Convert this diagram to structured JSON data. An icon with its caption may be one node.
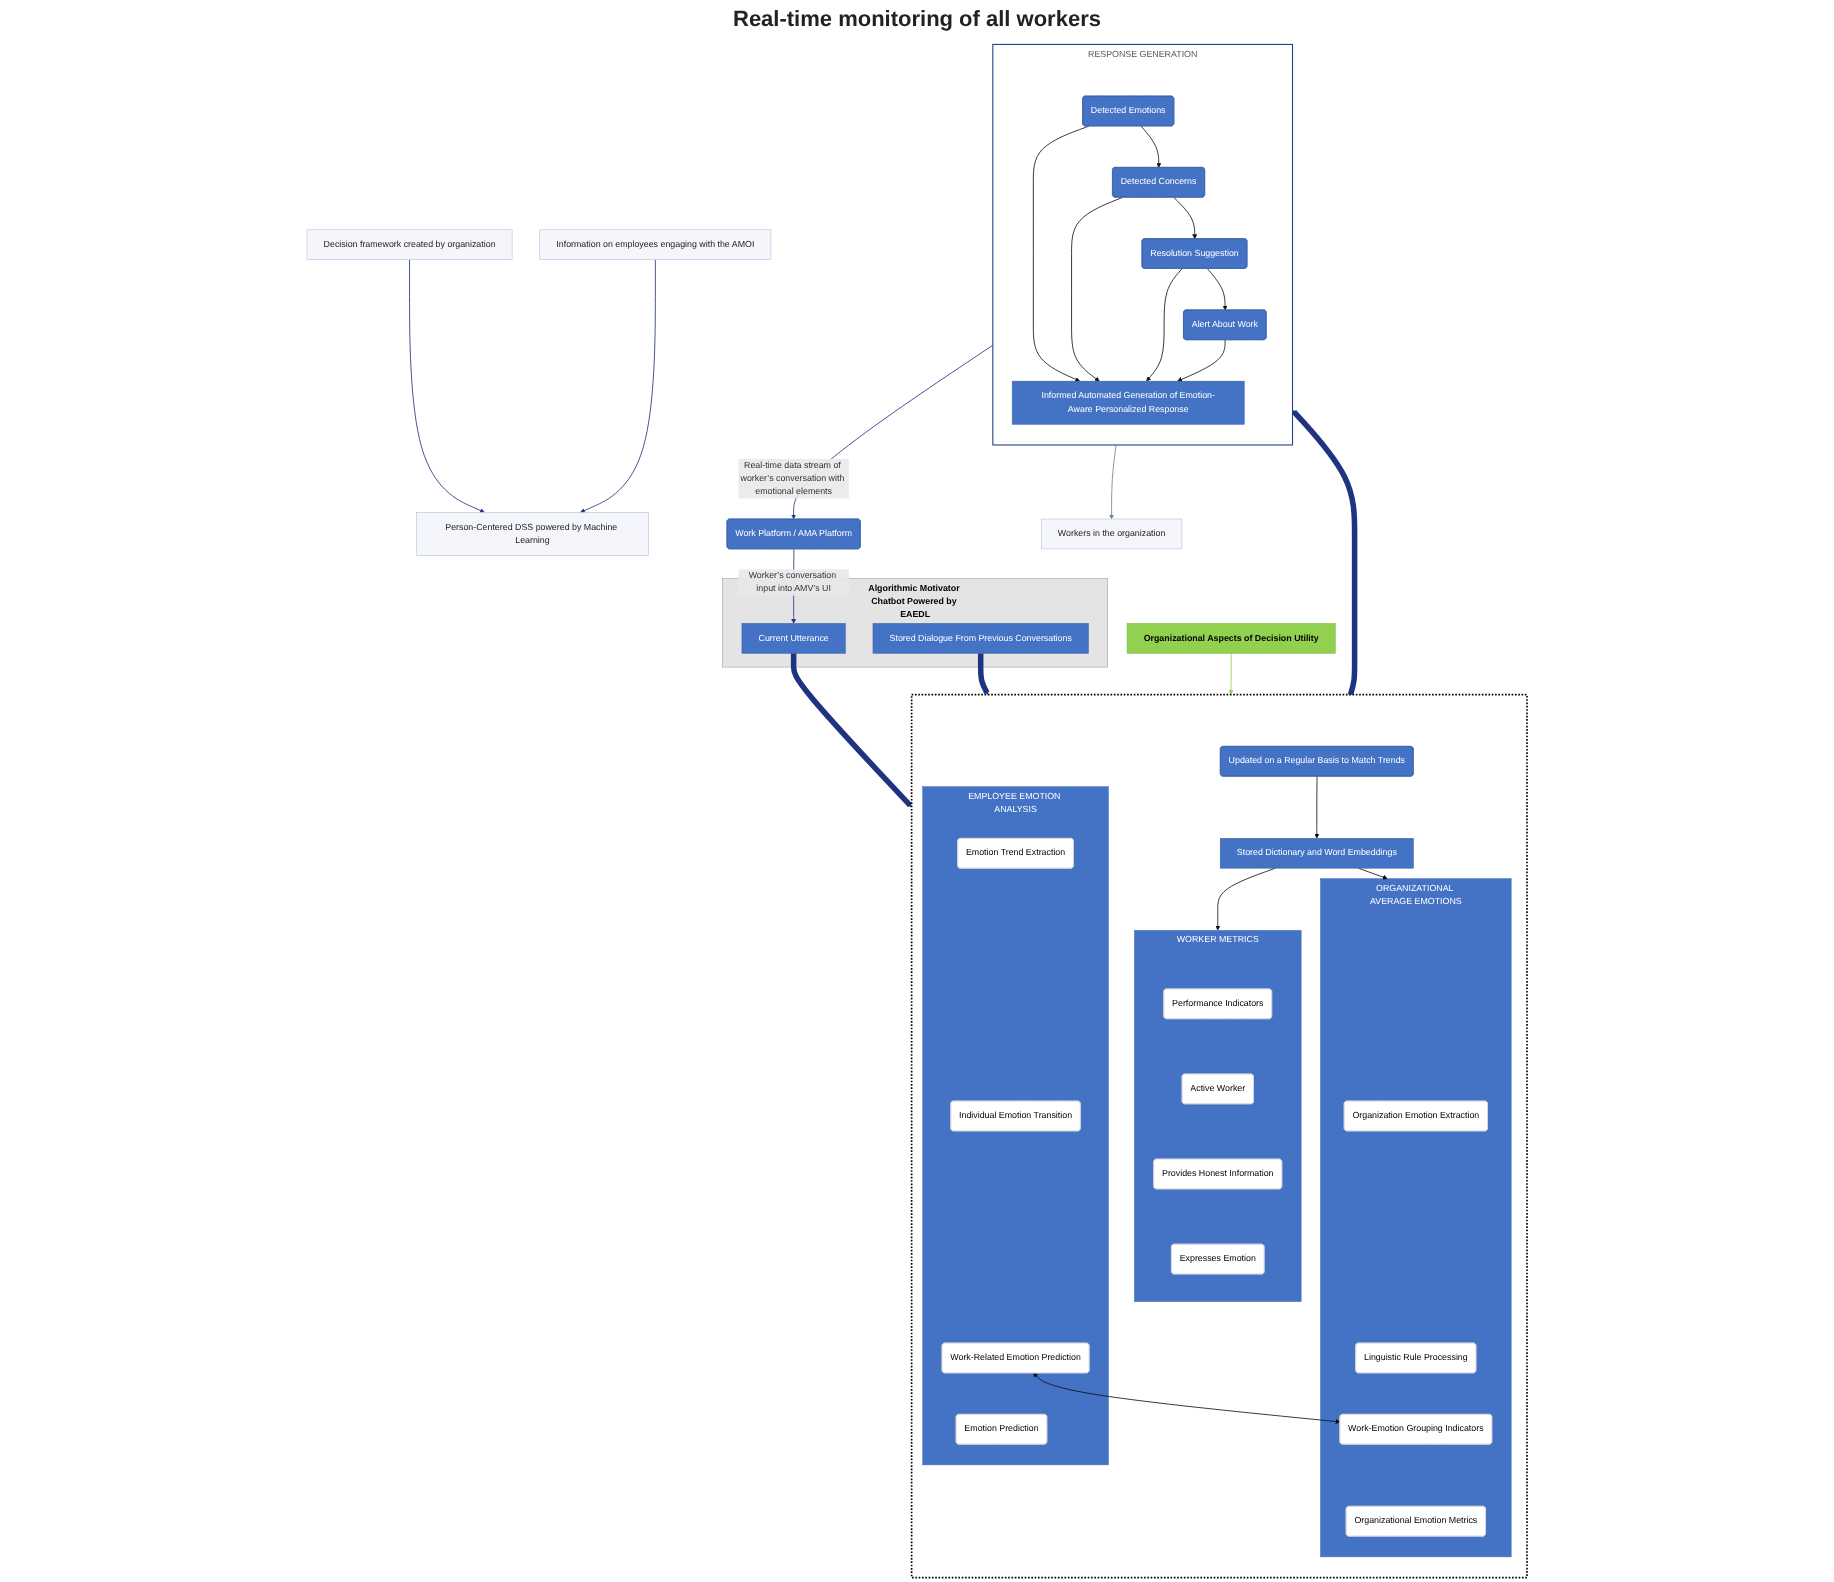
{
  "diagram": {
    "nodes": [
      {
        "text": [
          "Algorithmic Motivator Chatbot Powered by EAEDL"
        ]
      },
      {
        "text": [
          "Current Utterance"
        ],
        "in": 0
      },
      {
        "text": [
          "Stored Dialogue From Previous Conversations"
        ],
        "in": 0
      },
      {
        "text": [],
        "shape": "box"
      },
      {
        "text": [
          "Updated on a Regular Basis to Match Trends"
        ],
        "in": 3
      },
      {
        "text": [
          "Stored Dictionary and Word Embeddings"
        ],
        "in": 3
      },
      {
        "text": [
          "EMPLOYEE EMOTION ANALYSIS"
        ],
        "in": 3
      },
      {
        "text": [
          "Emotion Trend Extraction"
        ],
        "in": 6
      },
      {
        "text": [
          "Individual Emotion Transition"
        ],
        "in": 6
      },
      {
        "text": [
          "Work-Related Emotion Prediction"
        ],
        "in": 6
      },
      {
        "text": [
          "Emotion Prediction"
        ],
        "in": 6
      },
      {
        "text": [
          "ORGANIZATIONAL AVERAGE EMOTIONS"
        ],
        "in": 3
      },
      {
        "text": [
          "Organization Emotion Extraction"
        ],
        "in": 11
      },
      {
        "text": [
          "Linguistic Rule Processing"
        ],
        "in": 11
      },
      {
        "text": [
          "Work-Emotion Grouping Indicators"
        ],
        "in": 11
      },
      {
        "text": [
          "Organizational Emotion Metrics"
        ],
        "in": 11
      },
      {
        "text": [
          "WORKER METRICS"
        ],
        "in": 3
      },
      {
        "text": [
          "Performance Indicators"
        ],
        "in": 16
      },
      {
        "text": [
          "Active Worker"
        ],
        "in": 16
      },
      {
        "text": [
          "Provides Honest Information"
        ],
        "in": 16
      },
      {
        "text": [
          "Expresses Emotion"
        ],
        "in": 16
      },
      {
        "text": [
          "RESPONSE GENERATION"
        ]
      },
      {
        "text": [
          "Detected Emotions"
        ],
        "in": 21
      },
      {
        "text": [
          "Detected Concerns"
        ],
        "in": 21
      },
      {
        "text": [
          "Resolution Suggestion"
        ],
        "in": 21
      },
      {
        "text": [
          "Alert About Work"
        ],
        "in": 21
      },
      {
        "text": [
          "Informed Automated Generation of Emotion-Aware Personalized Response"
        ],
        "in": 21
      },
      {
        "text": [
          "Work Platform / AMA Platform"
        ]
      },
      {
        "text": [
          "Organizational Aspects of Decision Utility"
        ]
      },
      {
        "text": [
          "Decision framework created by organization"
        ]
      },
      {
        "text": [
          "Person-Centered DSS powered by Machine Learning"
        ]
      },
      {
        "text": [
          "Information on employees engaging with the AMOI"
        ]
      },
      {
        "text": [
          "Workers in the organization"
        ]
      }
    ],
    "edges": [
      {
        "from": 27,
        "to": 1,
        "arrow": "to",
        "label": "Worker’s conversation input into AMV’s UI",
        "color": "#1f3480"
      },
      {
        "from": 1,
        "to": 3,
        "arrow": "to",
        "style": "thick",
        "color": "#1f3480"
      },
      {
        "from": 2,
        "to": 3,
        "arrow": "to",
        "style": "thick",
        "color": "#1f3480"
      },
      {
        "from": 4,
        "to": 5,
        "arrow": "to"
      },
      {
        "from": 5,
        "to": 11,
        "arrow": "to"
      },
      {
        "from": 5,
        "to": 16,
        "arrow": "to"
      },
      {
        "from": 9,
        "to": 14,
        "arrow": "both"
      },
      {
        "from": 28,
        "to": 3,
        "arrow": "to",
        "color": "#92d050"
      },
      {
        "from": 29,
        "to": 30,
        "arrow": "to",
        "color": "#1f3480"
      },
      {
        "from": 31,
        "to": 30,
        "arrow": "to",
        "color": "#1f3480"
      },
      {
        "from": 3,
        "to": 21,
        "arrow": "to",
        "style": "thick",
        "color": "#1f3480"
      },
      {
        "from": 22,
        "to": 23,
        "arrow": "to"
      },
      {
        "from": 23,
        "to": 24,
        "arrow": "to"
      },
      {
        "from": 24,
        "to": 25,
        "arrow": "to"
      },
      {
        "from": 22,
        "to": 26,
        "arrow": "to"
      },
      {
        "from": 23,
        "to": 26,
        "arrow": "to"
      },
      {
        "from": 24,
        "to": 26,
        "arrow": "to"
      },
      {
        "from": 25,
        "to": 26,
        "arrow": "to"
      },
      {
        "from": 21,
        "to": 27,
        "arrow": "to",
        "label": "Real-time data stream of worker’s conversation with emotional elements",
        "color": "#1f3480"
      },
      {
        "from": 21,
        "to": 32,
        "arrow": "to",
        "color": "#6f7f93"
      }
    ],
    "labels": [
      "Real-time monitoring of all workers"
    ]
  }
}
